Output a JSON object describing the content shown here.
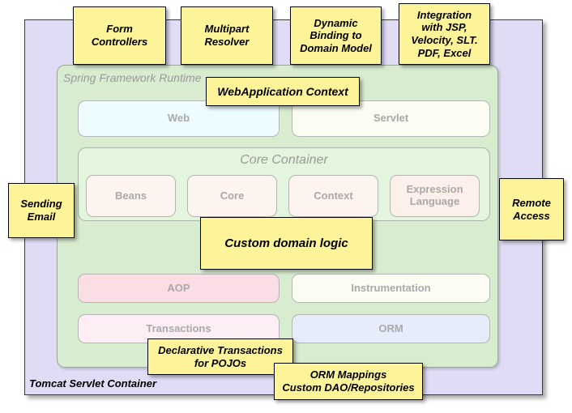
{
  "diagram": {
    "title": "Spring Framework Runtime architecture with application annotations",
    "outer_container": {
      "name": "Tomcat Servlet Container",
      "label": "Tomcat Servlet Container",
      "color": "#e0dcf5"
    },
    "runtime_container": {
      "label": "Spring Framework Runtime",
      "color": "#d8ecd0"
    },
    "core_container": {
      "label": "Core Container",
      "color": "#e3f5dd"
    },
    "modules": {
      "web_row": [
        {
          "label": "Web",
          "color": "#edfcff"
        },
        {
          "label": "Servlet",
          "color": "#fbfdf2"
        }
      ],
      "core_row": [
        {
          "label": "Beans",
          "color": "#fdf4f0"
        },
        {
          "label": "Core",
          "color": "#fdf4f0"
        },
        {
          "label": "Context",
          "color": "#fdf4f0"
        },
        {
          "label": "Expression Language",
          "color": "#fdf0ea"
        }
      ],
      "aop_row": [
        {
          "label": "AOP",
          "color": "#fbdde6"
        },
        {
          "label": "Instrumentation",
          "color": "#fbfdf3"
        }
      ],
      "data_row": [
        {
          "label": "Transactions",
          "color": "#fdeef6"
        },
        {
          "label": "ORM",
          "color": "#e7ecfa"
        }
      ]
    },
    "notes": {
      "form_controllers": {
        "line1": "Form",
        "line2": "Controllers"
      },
      "multipart_resolver": {
        "line1": "Multipart",
        "line2": "Resolver"
      },
      "dynamic_binding": {
        "line1": "Dynamic",
        "line2": "Binding to",
        "line3": "Domain Model"
      },
      "integration": {
        "line1": "Integration",
        "line2": "with JSP,",
        "line3": "Velocity, SLT.",
        "line4": "PDF, Excel"
      },
      "webapplication_context": {
        "line1": "WebApplication Context"
      },
      "sending_email": {
        "line1": "Sending",
        "line2": "Email"
      },
      "remote_access": {
        "line1": "Remote",
        "line2": "Access"
      },
      "custom_domain_logic": {
        "line1": "Custom domain logic"
      },
      "declarative_transactions": {
        "line1": "Declarative Transactions",
        "line2": "for POJOs"
      },
      "orm_mappings": {
        "line1": "ORM Mappings",
        "line2": "Custom DAO/Repositories"
      }
    },
    "colors": {
      "note_fill": "#fdf49a",
      "note_border": "#000000",
      "module_text": "#a9a9a9",
      "container_label_text": "#9a9a9a"
    }
  }
}
